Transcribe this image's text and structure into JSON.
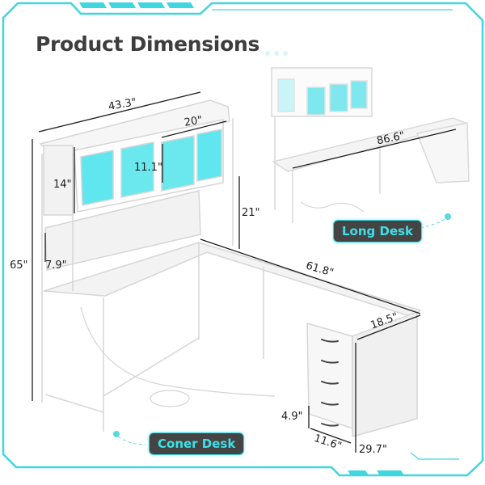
{
  "title": "Product Dimensions",
  "colors": {
    "accent": "#3ed6df",
    "title": "#3d3d3d",
    "label_bg": "#444444",
    "label_text": "#3ee0e6",
    "led_glow": "#5fe6ee",
    "dimension_text": "#1d1d1d"
  },
  "labels": {
    "corner_desk": "Coner Desk",
    "long_desk": "Long Desk"
  },
  "corner_desk_dimensions": {
    "hutch_width": "43.3\"",
    "cabinet_width": "20\"",
    "cabinet_height": "11.1\"",
    "hutch_height": "14\"",
    "hutch_clearance": "21\"",
    "total_height": "65\"",
    "pegboard_height": "7.9\"",
    "long_side_length": "61.8\"",
    "depth": "18.5\"",
    "drawer_height": "4.9\"",
    "drawer_width": "11.6\"",
    "desk_height": "29.7\""
  },
  "long_desk_dimensions": {
    "total_length": "86.6\""
  }
}
